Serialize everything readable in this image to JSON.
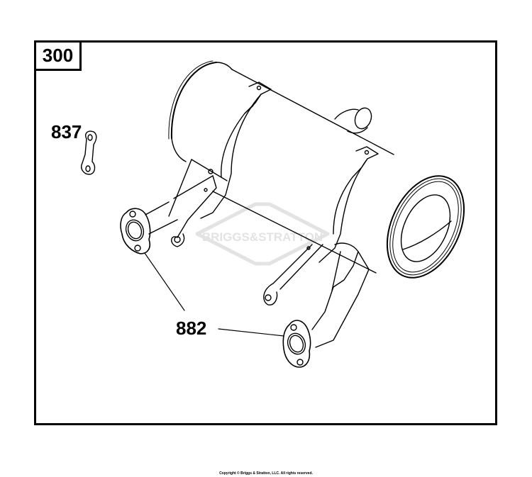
{
  "diagram": {
    "group_number": "300",
    "watermark": "BRIGGS&STRATTON",
    "callouts": [
      {
        "id": "837",
        "label": "837"
      },
      {
        "id": "882",
        "label": "882"
      }
    ],
    "colors": {
      "line": "#000000",
      "background": "#ffffff",
      "watermark": "#e6e6e6"
    }
  },
  "footer": {
    "copyright": "Copyright © Briggs & Stratton, LLC. All rights reserved."
  }
}
